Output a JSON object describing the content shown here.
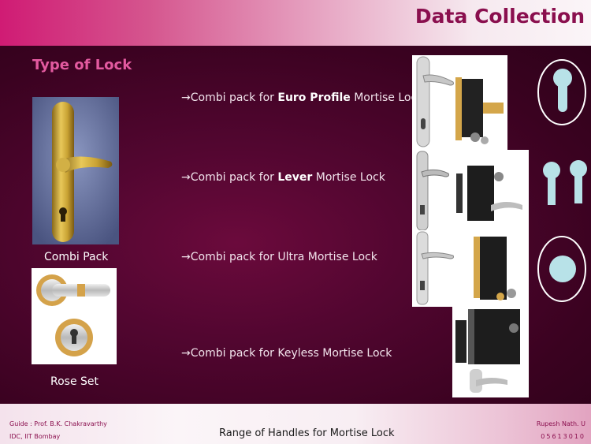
{
  "header": {
    "title": "Data Collection"
  },
  "section": {
    "title": "Type of Lock"
  },
  "left_items": [
    {
      "caption": "Combi Pack"
    },
    {
      "caption": "Rose Set"
    }
  ],
  "bullets": [
    {
      "arrow": "→",
      "prefix": "Combi pack for ",
      "bold": "Euro Profile",
      "suffix": " Mortise Lock"
    },
    {
      "arrow": "→",
      "prefix": "Combi pack for ",
      "bold": "Lever",
      "suffix": " Mortise Lock"
    },
    {
      "arrow": "→",
      "prefix": "Combi pack for Ultra Mortise Lock",
      "bold": "",
      "suffix": ""
    },
    {
      "arrow": "→",
      "prefix": "Combi pack for Keyless Mortise Lock",
      "bold": "",
      "suffix": ""
    }
  ],
  "footer": {
    "guide": "Guide : Prof. B.K. Chakravarthy",
    "institute": "IDC, IIT Bombay",
    "center": "Range of Handles for Mortise Lock",
    "author": "Rupesh Nath. U",
    "roll": "05613010"
  },
  "icons": {
    "keyhole_icon": "keyhole-icon",
    "double_keyhole_icon": "double-keyhole-icon",
    "round_keyhole_icon": "round-keyhole-icon"
  },
  "colors": {
    "accent": "#d01b74",
    "title": "#8a0f4e",
    "section_title": "#e35aa0",
    "background": "#3a0220",
    "icon_fill": "#b8e2e8"
  }
}
